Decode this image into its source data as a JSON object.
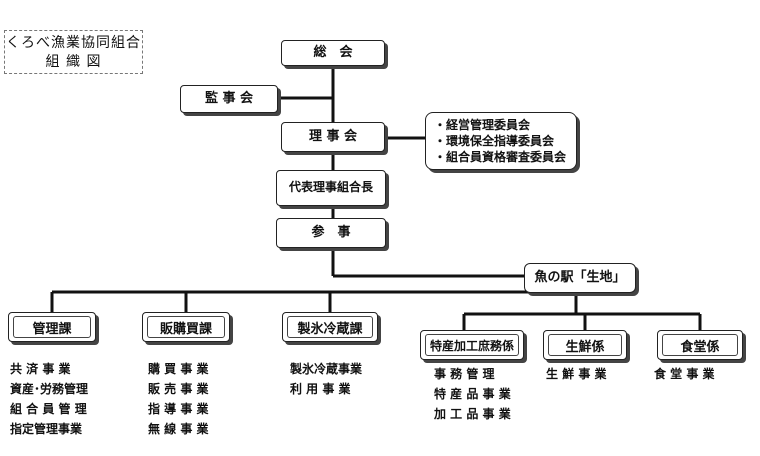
{
  "title": {
    "line1": "くろべ漁業協同組合",
    "line2": "組 織 図"
  },
  "nodes": {
    "general_meeting": "総　会",
    "auditors": "監 事 会",
    "board": "理 事 会",
    "president": "代表理事組合長",
    "counselor": "参　事",
    "station": "魚の駅「生地」"
  },
  "committees": [
    "・経営管理委員会",
    "・環境保全指導委員会",
    "・組合員資格審査委員会"
  ],
  "departments": [
    {
      "name": "管理課",
      "duties": [
        "共 済 事 業",
        "資産･労務管理",
        "組 合 員 管 理",
        "指定管理事業"
      ]
    },
    {
      "name": "販購買課",
      "duties": [
        "購 買 事 業",
        "販 売 事 業",
        "指 導 事 業",
        "無 線 事 業"
      ]
    },
    {
      "name": "製氷冷蔵課",
      "duties": [
        "製氷冷蔵事業",
        "利 用 事 業"
      ]
    }
  ],
  "station_sections": [
    {
      "name": "特産加工庶務係",
      "duties": [
        "事 務 管 理",
        "特 産 品 事 業",
        "加 工 品 事 業"
      ]
    },
    {
      "name": "生鮮係",
      "duties": [
        "生 鮮 事 業"
      ]
    },
    {
      "name": "食堂係",
      "duties": [
        "食 堂 事 業"
      ]
    }
  ]
}
